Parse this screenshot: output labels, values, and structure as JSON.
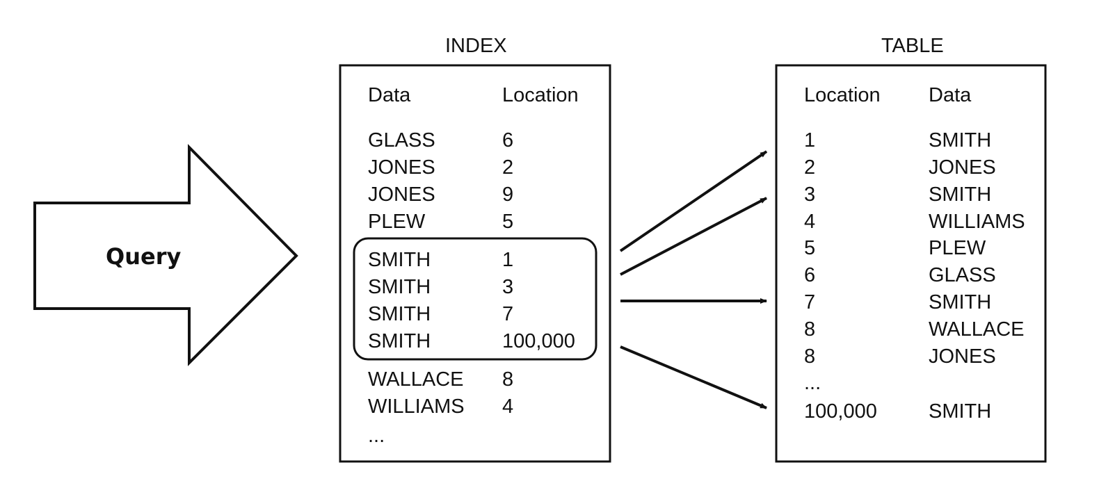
{
  "query": {
    "label": "Query"
  },
  "index": {
    "title": "INDEX",
    "headers": [
      "Data",
      "Location"
    ],
    "rows_before": [
      [
        "GLASS",
        "6"
      ],
      [
        "JONES",
        "2"
      ],
      [
        "JONES",
        "9"
      ],
      [
        "PLEW",
        "5"
      ]
    ],
    "rows_highlighted": [
      [
        "SMITH",
        "1"
      ],
      [
        "SMITH",
        "3"
      ],
      [
        "SMITH",
        "7"
      ],
      [
        "SMITH",
        "100,000"
      ]
    ],
    "rows_after": [
      [
        "WALLACE",
        "8"
      ],
      [
        "WILLIAMS",
        "4"
      ]
    ],
    "ellipsis": "..."
  },
  "table": {
    "title": "TABLE",
    "headers": [
      "Location",
      "Data"
    ],
    "rows": [
      [
        "1",
        "SMITH"
      ],
      [
        "2",
        "JONES"
      ],
      [
        "3",
        "SMITH"
      ],
      [
        "4",
        "WILLIAMS"
      ],
      [
        "5",
        "PLEW"
      ],
      [
        "6",
        "GLASS"
      ],
      [
        "7",
        "SMITH"
      ],
      [
        "8",
        "WALLACE"
      ],
      [
        "8",
        "JONES"
      ]
    ],
    "ellipsis": "...",
    "last_row": [
      "100,000",
      "SMITH"
    ]
  },
  "colors": {
    "stroke": "#111111",
    "background": "#ffffff"
  }
}
